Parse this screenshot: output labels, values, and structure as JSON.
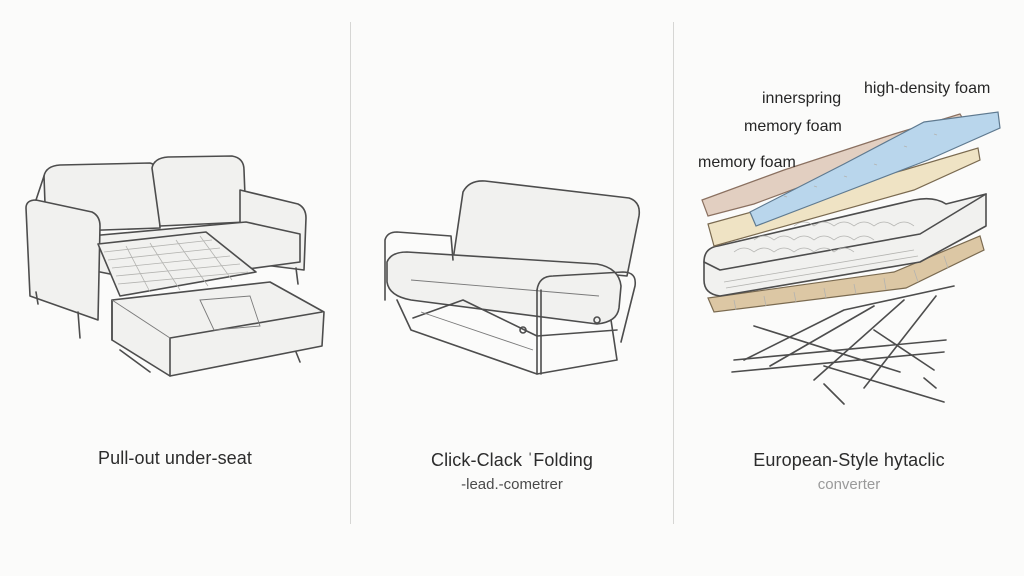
{
  "panels": [
    {
      "caption": "Pull-out under-seat"
    },
    {
      "caption": "Click-Clack ˈFolding",
      "subcaption": "-lead.-cometrer"
    },
    {
      "caption": "European-Style hytaclic",
      "subcaption": "converter",
      "layer_labels": [
        "innerspring",
        "high-density foam",
        "memory foam",
        "memory foam"
      ]
    }
  ],
  "colors": {
    "foam_blue": "#b9d6ec",
    "foam_cream": "#efe3c4",
    "foam_pink": "#e2cfc1",
    "wood": "#dcc7a4"
  }
}
